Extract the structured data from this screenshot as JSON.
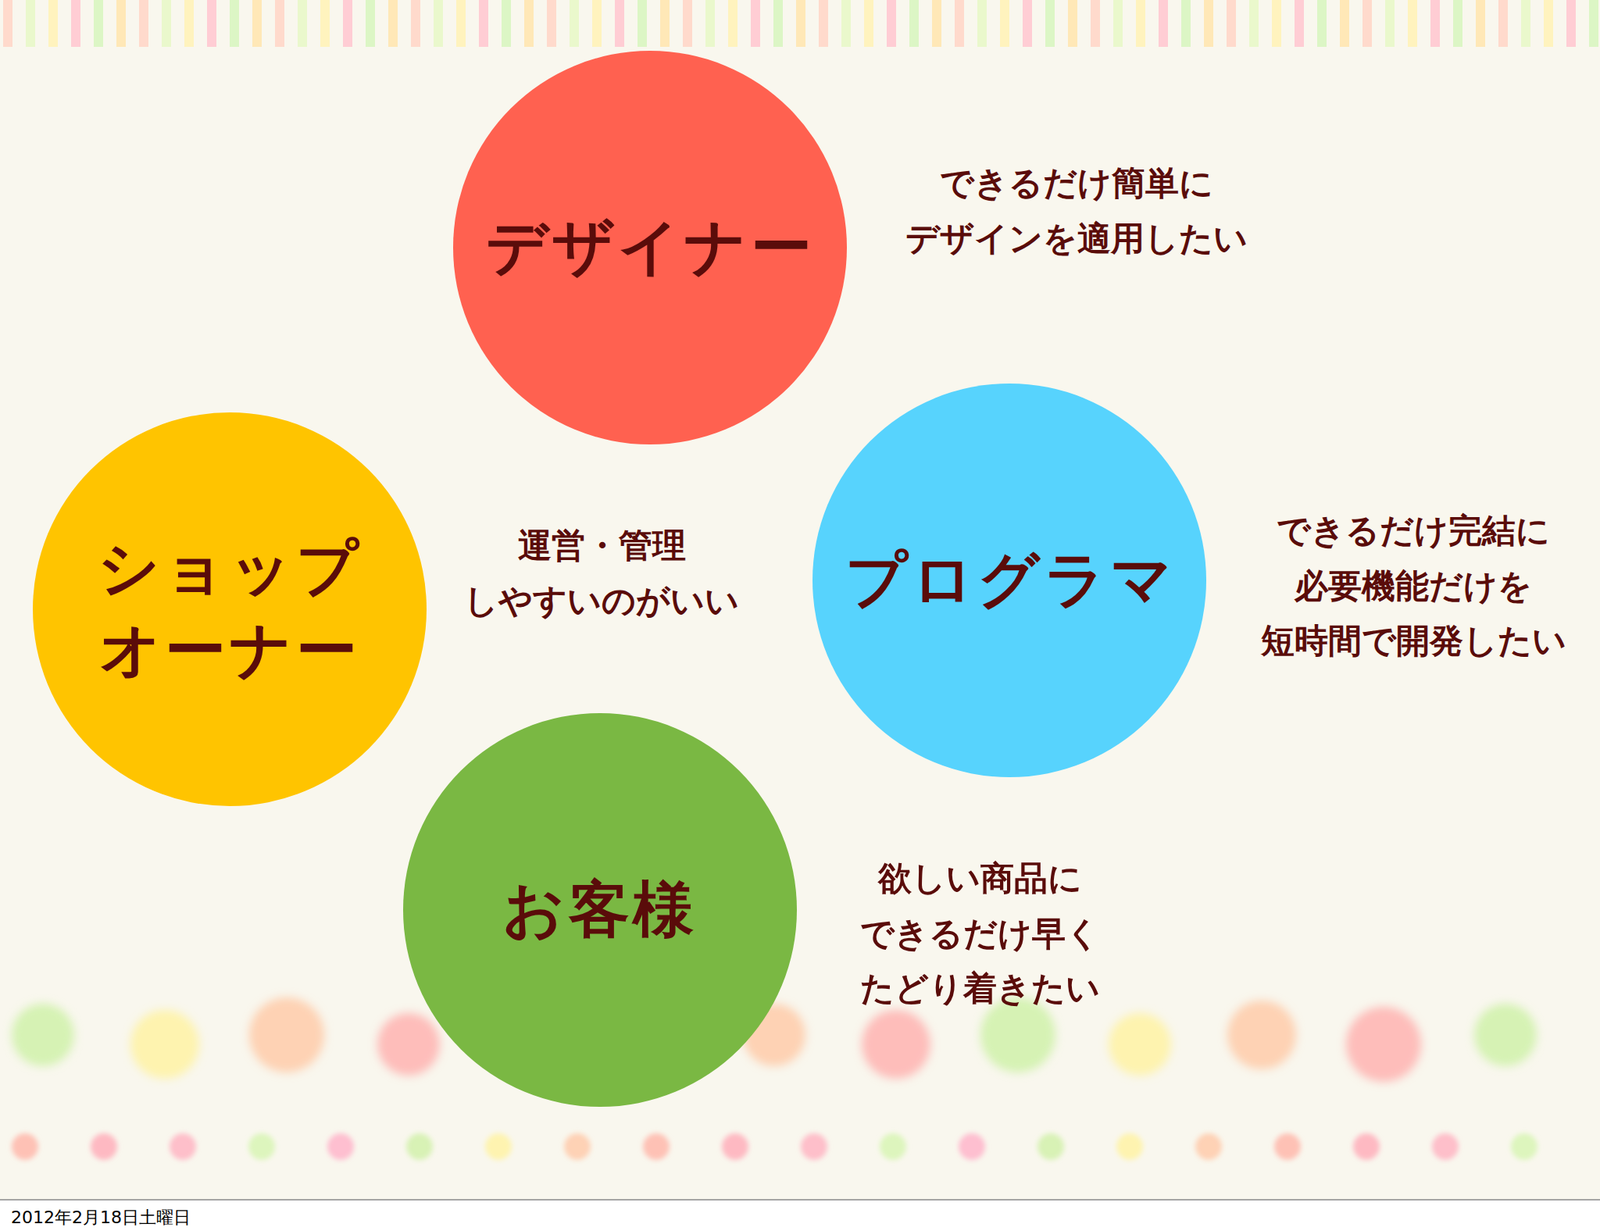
{
  "diagram": {
    "nodes": [
      {
        "text": [
          "デザイナー"
        ]
      },
      {
        "text": [
          "ショップ オーナー"
        ]
      },
      {
        "text": [
          "プログラマ"
        ]
      },
      {
        "text": [
          "お客様"
        ]
      }
    ],
    "labels": [
      "できるだけ簡単に デザインを適用したい",
      "運営・管理 しやすいのがいい",
      "できるだけ完結に 必要機能だけを 短時間で開発したい",
      "欲しい商品に できるだけ早く たどり着きたい",
      "2012年2月18日土曜日"
    ]
  }
}
